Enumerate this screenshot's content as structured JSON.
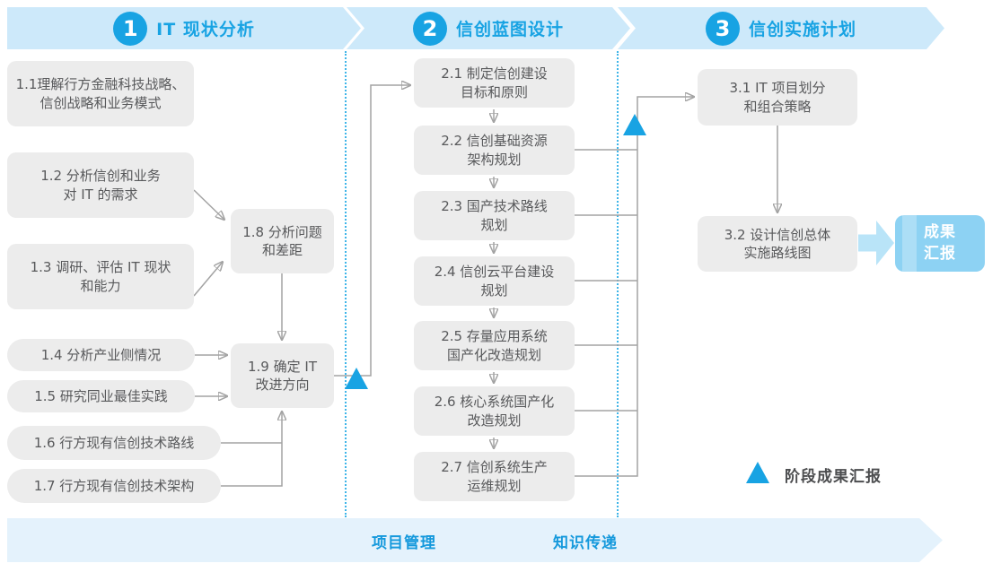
{
  "phases": [
    {
      "number": "1",
      "label": "IT 现状分析"
    },
    {
      "number": "2",
      "label": "信创蓝图设计"
    },
    {
      "number": "3",
      "label": "信创实施计划"
    }
  ],
  "phase1_boxes": {
    "b11": "1.1理解行方金融科技战略、\n信创战略和业务模式",
    "b12": "1.2 分析信创和业务\n对 IT 的需求",
    "b13": "1.3 调研、评估 IT 现状\n和能力",
    "b14": "1.4 分析产业侧情况",
    "b15": "1.5 研究同业最佳实践",
    "b16": "1.6 行方现有信创技术路线",
    "b17": "1.7 行方现有信创技术架构",
    "b18": "1.8 分析问题\n和差距",
    "b19": "1.9 确定 IT\n改进方向"
  },
  "phase2_boxes": {
    "b21": "2.1 制定信创建设\n目标和原则",
    "b22": "2.2 信创基础资源\n架构规划",
    "b23": "2.3 国产技术路线\n规划",
    "b24": "2.4 信创云平台建设\n规划",
    "b25": "2.5 存量应用系统\n国产化改造规划",
    "b26": "2.6 核心系统国产化\n改造规划",
    "b27": "2.7 信创系统生产\n运维规划"
  },
  "phase3_boxes": {
    "b31": "3.1 IT 项目划分\n和组合策略",
    "b32": "3.2 设计信创总体\n实施路线图"
  },
  "deliverable_label": "成果\n汇报",
  "legend_label": "阶段成果汇报",
  "footer": {
    "left": "项目管理",
    "right": "知识传递"
  },
  "colors": {
    "accent_blue": "#18a3e3",
    "banner_bg": "#cde9fa",
    "footer_bg": "#e4f2fc",
    "footer_text": "#1599dc",
    "box_bg": "#ececec",
    "box_text": "#58595b",
    "connector": "#a3a3a3",
    "divider_dotted": "#3fb5e8",
    "deliverable_bg": "#8dd2f3",
    "block_arrow_bg": "#b9e4f8"
  }
}
